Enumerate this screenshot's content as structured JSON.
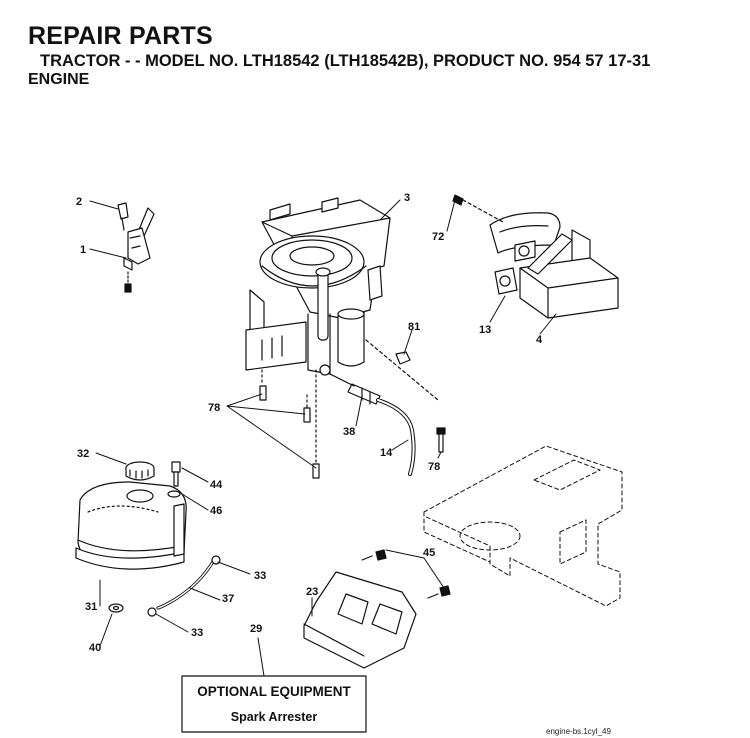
{
  "header": {
    "title": "REPAIR PARTS",
    "model_line": "TRACTOR - - MODEL NO. LTH18542 (LTH18542B), PRODUCT NO. 954 57 17-31",
    "section": "ENGINE"
  },
  "callouts": {
    "c2": "2",
    "c1": "1",
    "c3": "3",
    "c72": "72",
    "c13": "13",
    "c4": "4",
    "c81": "81",
    "c78a": "78",
    "c38": "38",
    "c14": "14",
    "c78b": "78",
    "c32": "32",
    "c44": "44",
    "c46": "46",
    "c33a": "33",
    "c31": "31",
    "c37": "37",
    "c33b": "33",
    "c40": "40",
    "c29": "29",
    "c23": "23",
    "c45": "45"
  },
  "optional_box": {
    "heading": "OPTIONAL EQUIPMENT",
    "item": "Spark Arrester"
  },
  "footer": {
    "ref": "engine-bs.1cyl_49"
  }
}
